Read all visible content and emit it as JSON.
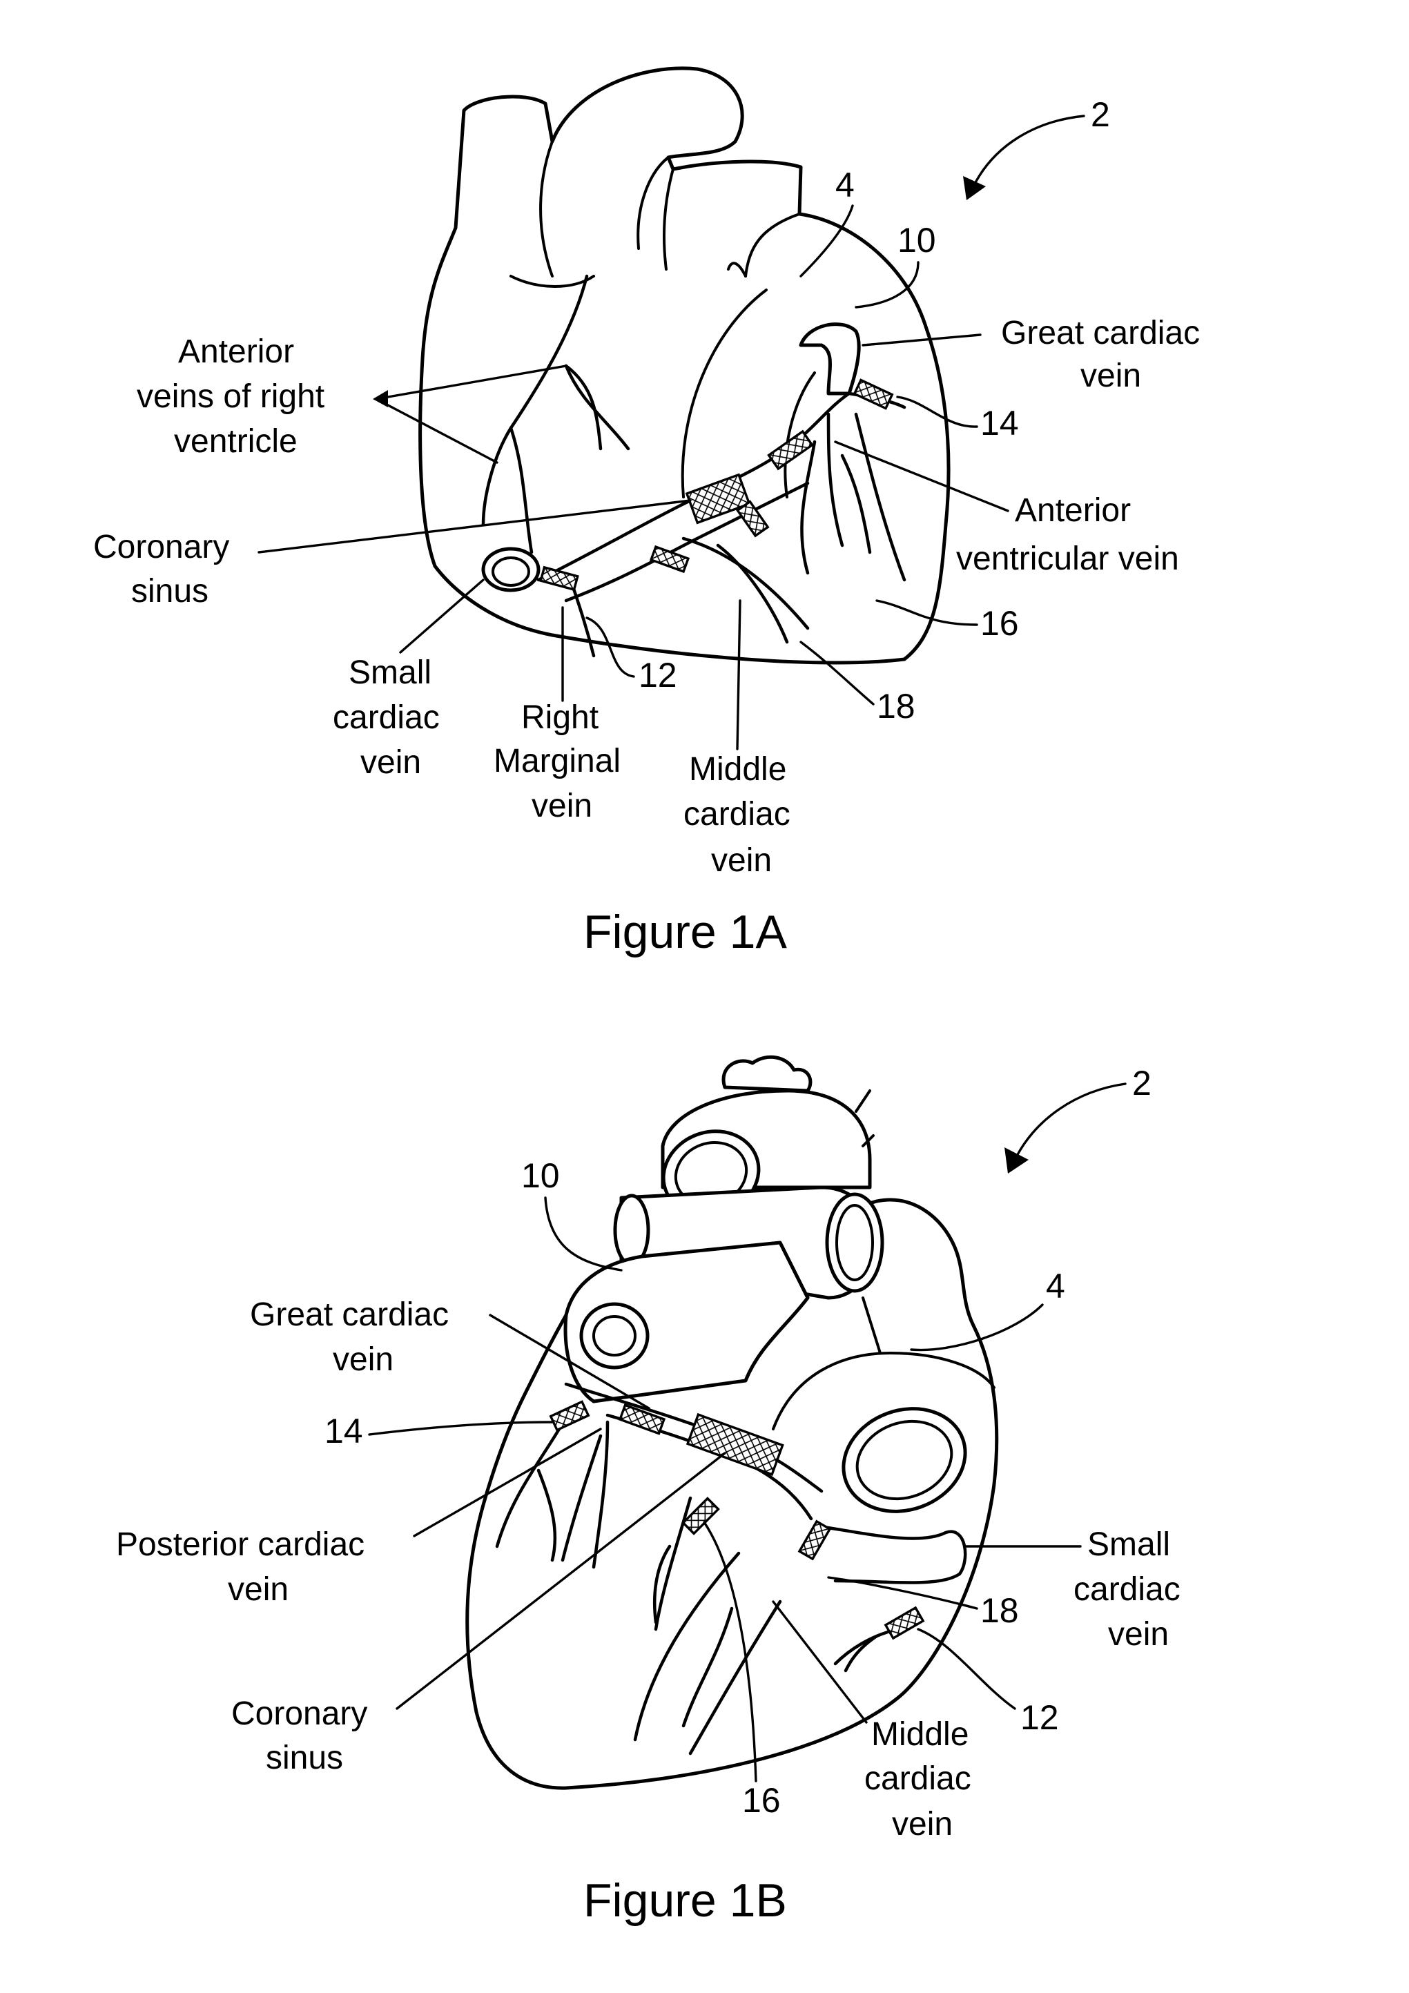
{
  "figure_a": {
    "caption": "Figure 1A",
    "ref_2": "2",
    "ref_4": "4",
    "ref_10": "10",
    "ref_12": "12",
    "ref_14": "14",
    "ref_16": "16",
    "ref_18": "18",
    "anterior_veins_right_ventricle": [
      "Anterior",
      "veins of right",
      "ventricle"
    ],
    "coronary_sinus": [
      "Coronary",
      "sinus"
    ],
    "great_cardiac_vein": [
      "Great cardiac",
      "vein"
    ],
    "anterior_ventricular_vein": [
      "Anterior",
      "ventricular vein"
    ],
    "small_cardiac_vein": [
      "Small",
      "cardiac",
      "vein"
    ],
    "right_marginal_vein": [
      "Right",
      "Marginal",
      "vein"
    ],
    "middle_cardiac_vein": [
      "Middle",
      "cardiac",
      "vein"
    ]
  },
  "figure_b": {
    "caption": "Figure 1B",
    "ref_2": "2",
    "ref_4": "4",
    "ref_10": "10",
    "ref_12": "12",
    "ref_14": "14",
    "ref_16": "16",
    "ref_18": "18",
    "great_cardiac_vein": [
      "Great cardiac",
      "vein"
    ],
    "posterior_cardiac_vein": [
      "Posterior cardiac",
      "vein"
    ],
    "coronary_sinus": [
      "Coronary",
      "sinus"
    ],
    "small_cardiac_vein": [
      "Small",
      "cardiac",
      "vein"
    ],
    "middle_cardiac_vein": [
      "Middle",
      "cardiac",
      "vein"
    ]
  }
}
